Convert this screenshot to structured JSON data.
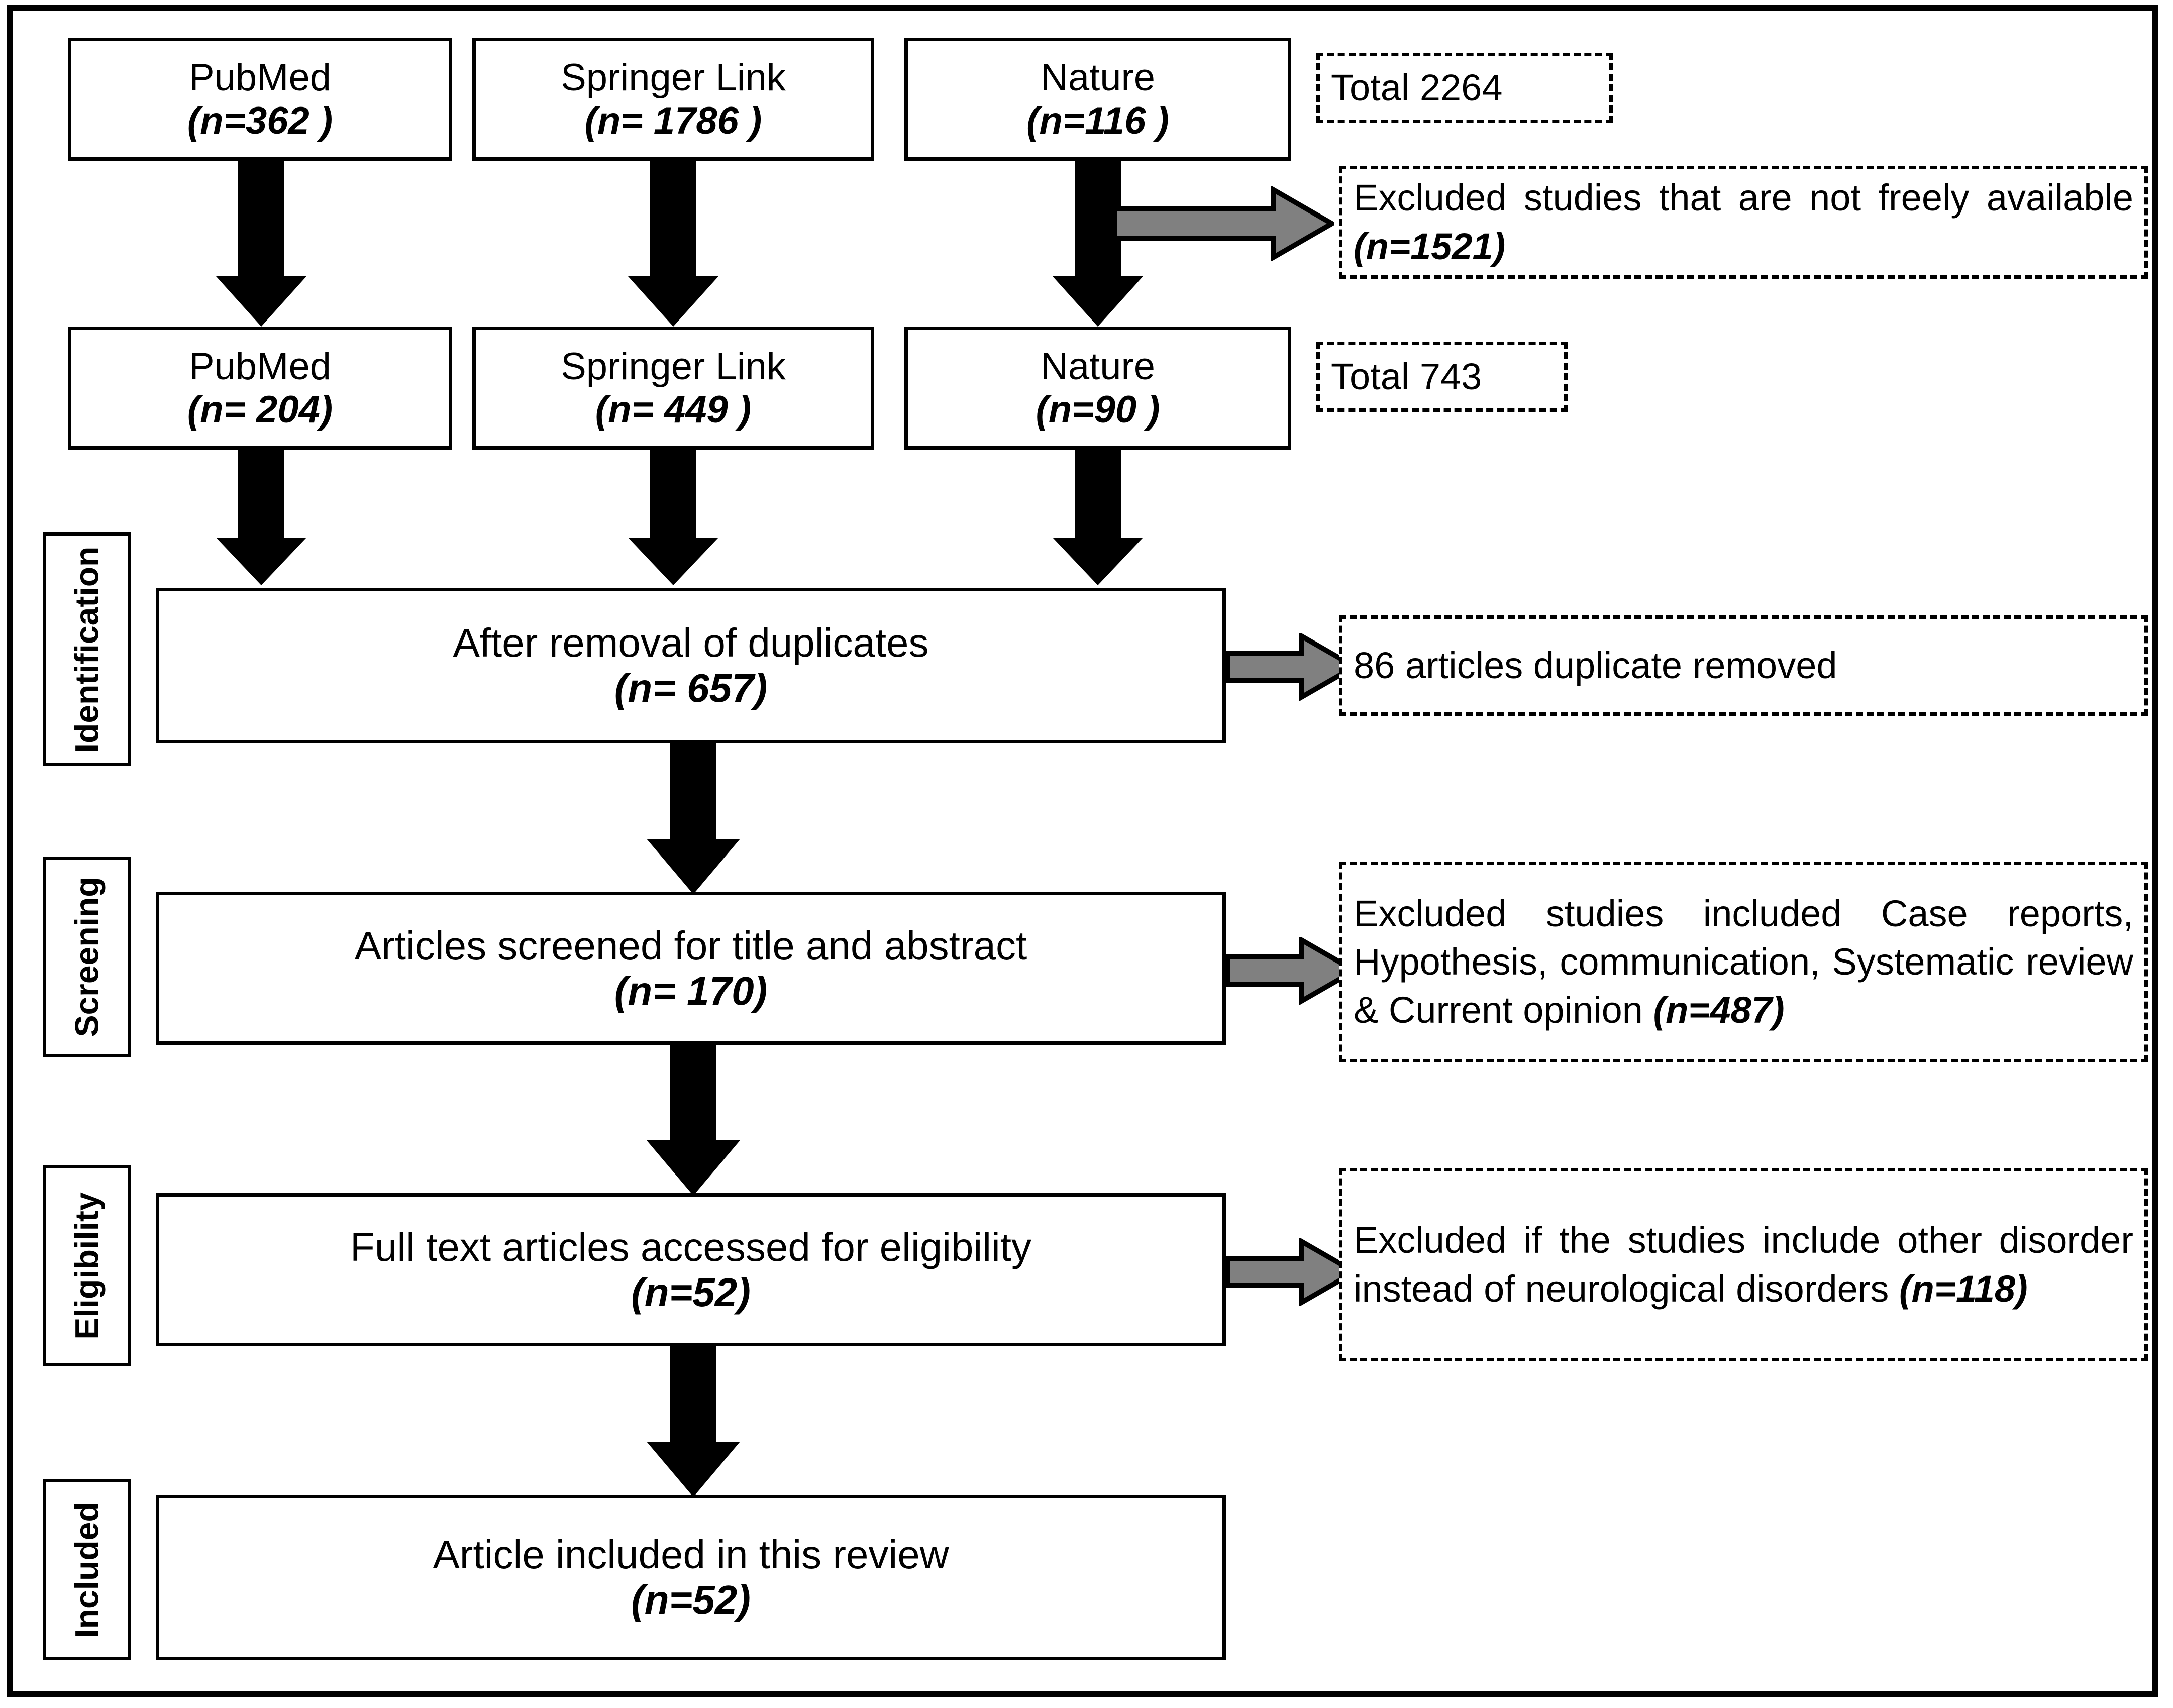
{
  "diagram": {
    "type": "prisma-flow-diagram",
    "stages": [
      {
        "id": "identification",
        "label": "Identification"
      },
      {
        "id": "screening",
        "label": "Screening"
      },
      {
        "id": "eligibility",
        "label": "Eligibility"
      },
      {
        "id": "included",
        "label": "Included"
      }
    ],
    "sources_initial": [
      {
        "id": "pubmed-initial",
        "name": "PubMed",
        "count_text": "(n=362 )",
        "count": 362
      },
      {
        "id": "springer-initial",
        "name": "Springer Link",
        "count_text": "(n= 1786 )",
        "count": 1786
      },
      {
        "id": "nature-initial",
        "name": "Nature",
        "count_text": "(n=116 )",
        "count": 116
      }
    ],
    "total_initial": {
      "label": "Total 2264",
      "value": 2264
    },
    "sources_filtered": [
      {
        "id": "pubmed-filtered",
        "name": "PubMed",
        "count_text": "(n= 204)",
        "count": 204
      },
      {
        "id": "springer-filtered",
        "name": "Springer Link",
        "count_text": "(n= 449 )",
        "count": 449
      },
      {
        "id": "nature-filtered",
        "name": "Nature",
        "count_text": "(n=90 )",
        "count": 90
      }
    ],
    "total_filtered": {
      "label": "Total 743",
      "value": 743
    },
    "flow": [
      {
        "id": "duplicates-removed",
        "title": "After removal of duplicates",
        "count_text": "(n= 657)",
        "count": 657
      },
      {
        "id": "screened",
        "title": "Articles screened for title and abstract",
        "count_text": "(n= 170)",
        "count": 170
      },
      {
        "id": "eligibility-assessed",
        "title": "Full text articles accessed for eligibility",
        "count_text": "(n=52)",
        "count": 52
      },
      {
        "id": "included-final",
        "title": "Article included in this review",
        "count_text": "(n=52)",
        "count": 52
      }
    ],
    "exclusions": [
      {
        "id": "excluded-not-free",
        "text_main": "Excluded studies that are not freely available ",
        "text_count": "(n=1521)",
        "count": 1521
      },
      {
        "id": "duplicates-note",
        "text_main": "86 articles duplicate removed",
        "text_count": "",
        "count": 86
      },
      {
        "id": "excluded-article-types",
        "text_main": "Excluded studies included Case reports, Hypothesis, communication, Systematic review & Current opinion ",
        "text_count": "(n=487)",
        "count": 487
      },
      {
        "id": "excluded-other-disorders",
        "text_main": "Excluded if the studies include other disorder instead of neurological disorders ",
        "text_count": "(n=118)",
        "count": 118
      }
    ]
  },
  "colors": {
    "stroke": "#000000",
    "background": "#ffffff",
    "gray_arrow": "#808080",
    "text": "#000000"
  }
}
